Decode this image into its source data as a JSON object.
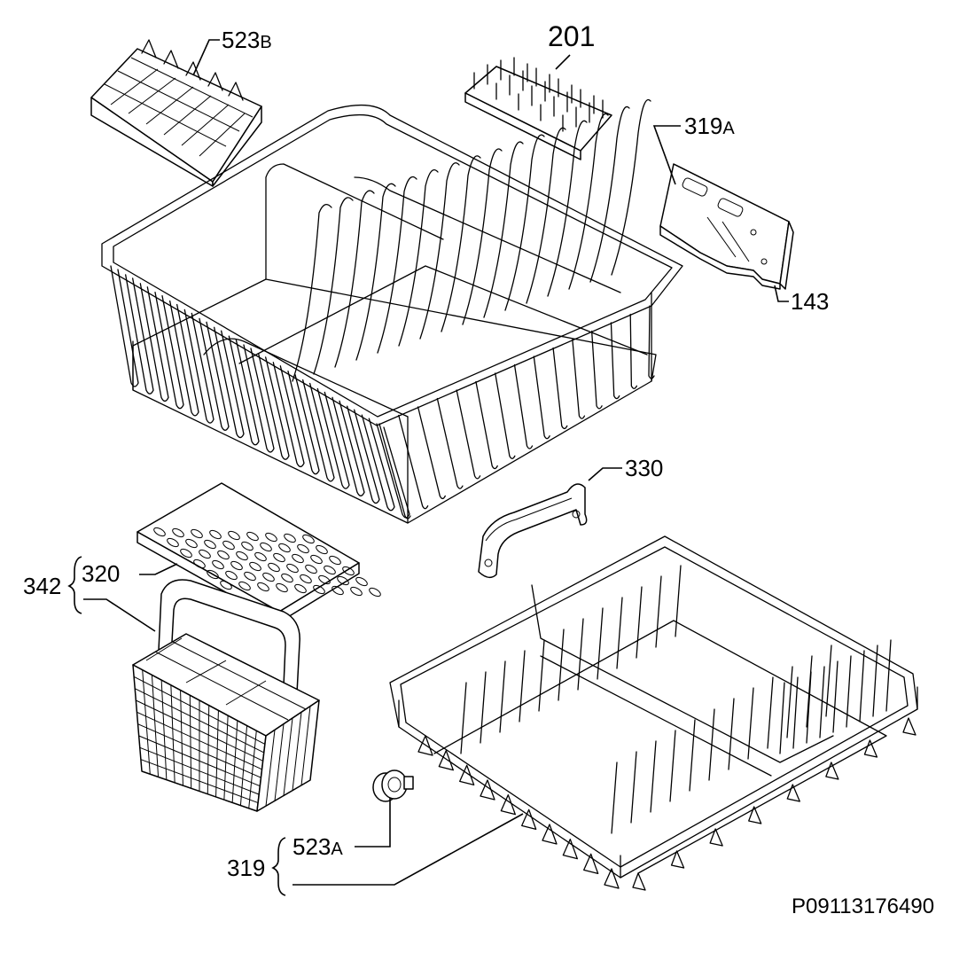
{
  "labels": {
    "l523b": {
      "main": "523",
      "suffix": "B"
    },
    "l201": "201",
    "l319a": {
      "main": "319",
      "suffix": "A"
    },
    "l143": "143",
    "l330": "330",
    "l342": "342",
    "l320": "320",
    "l523a": {
      "main": "523",
      "suffix": "A"
    },
    "l319": "319",
    "code": "P09113176490"
  }
}
